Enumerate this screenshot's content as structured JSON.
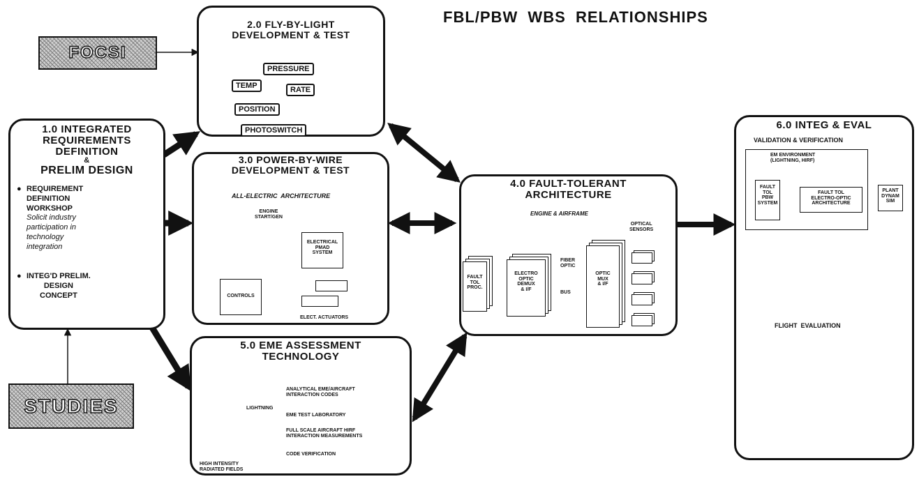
{
  "main_title": "FBL/PBW  WBS  RELATIONSHIPS",
  "focsi": "FOCSI",
  "studies": "STUDIES",
  "box1": {
    "title_lines": [
      "1.0 INTEGRATED",
      "REQUIREMENTS",
      "DEFINITION",
      "&",
      "PRELIM DESIGN"
    ],
    "bullet1_head": [
      "REQUIREMENT",
      "DEFINITION",
      "WORKSHOP"
    ],
    "bullet1_body": [
      "Solicit industry",
      "participation in",
      "technology",
      "integration"
    ],
    "bullet2": [
      "INTEG'D PRELIM.",
      "DESIGN",
      "CONCEPT"
    ]
  },
  "box2": {
    "title_lines": [
      "2.0 FLY-BY-LIGHT",
      "DEVELOPMENT & TEST"
    ],
    "sensors": [
      "PRESSURE",
      "TEMP",
      "RATE",
      "POSITION",
      "PHOTOSWITCH"
    ]
  },
  "box3": {
    "title_lines": [
      "3.0 POWER-BY-WIRE",
      "DEVELOPMENT & TEST"
    ],
    "subtitle": "ALL-ELECTRIC  ARCHITECTURE",
    "engine": [
      "ENGINE",
      "START/GEN"
    ],
    "pmad": [
      "ELECTRICAL",
      "PMAD",
      "SYSTEM"
    ],
    "controls": "CONTROLS",
    "actuators": "ELECT. ACTUATORS"
  },
  "box4": {
    "title_lines": [
      "4.0 FAULT-TOLERANT",
      "ARCHITECTURE"
    ],
    "subtitle": "ENGINE & AIRFRAME",
    "optical": [
      "OPTICAL",
      "SENSORS"
    ],
    "fault": [
      "FAULT",
      "TOL",
      "PROC."
    ],
    "demux": [
      "ELECTRO",
      "OPTIC",
      "DEMUX",
      "& I/F"
    ],
    "fiber": [
      "FIBER",
      "OPTIC"
    ],
    "bus": "BUS",
    "mux": [
      "OPTIC",
      "MUX",
      "& I/F"
    ]
  },
  "box5": {
    "title_lines": [
      "5.0 EME ASSESSMENT",
      "TECHNOLOGY"
    ],
    "lightning": "LIGHTNING",
    "hirf": [
      "HIGH INTENSITY",
      "RADIATED FIELDS"
    ],
    "items": [
      [
        "ANALYTICAL EME/AIRCRAFT",
        "INTERACTION CODES"
      ],
      [
        "EME TEST LABORATORY"
      ],
      [
        "FULL SCALE AIRCRAFT HIRF",
        "INTERACTION MEASUREMENTS"
      ],
      [
        "CODE VERIFICATION"
      ]
    ]
  },
  "box6": {
    "title": "6.0 INTEG & EVAL",
    "vv": "VALIDATION & VERIFICATION",
    "env": [
      "EM ENVIRONMENT",
      "(LIGHTNING, HIRF)"
    ],
    "pbw": [
      "FAULT",
      "TOL",
      "PBW",
      "SYSTEM"
    ],
    "eo": [
      "FAULT TOL",
      "ELECTRO-OPTIC",
      "ARCHITECTURE"
    ],
    "plant": [
      "PLANT",
      "DYNAM",
      "SIM"
    ],
    "flight": "FLIGHT  EVALUATION"
  },
  "colors": {
    "ink": "#111111",
    "hatch": "#bdbdbd",
    "paper": "#ffffff"
  }
}
